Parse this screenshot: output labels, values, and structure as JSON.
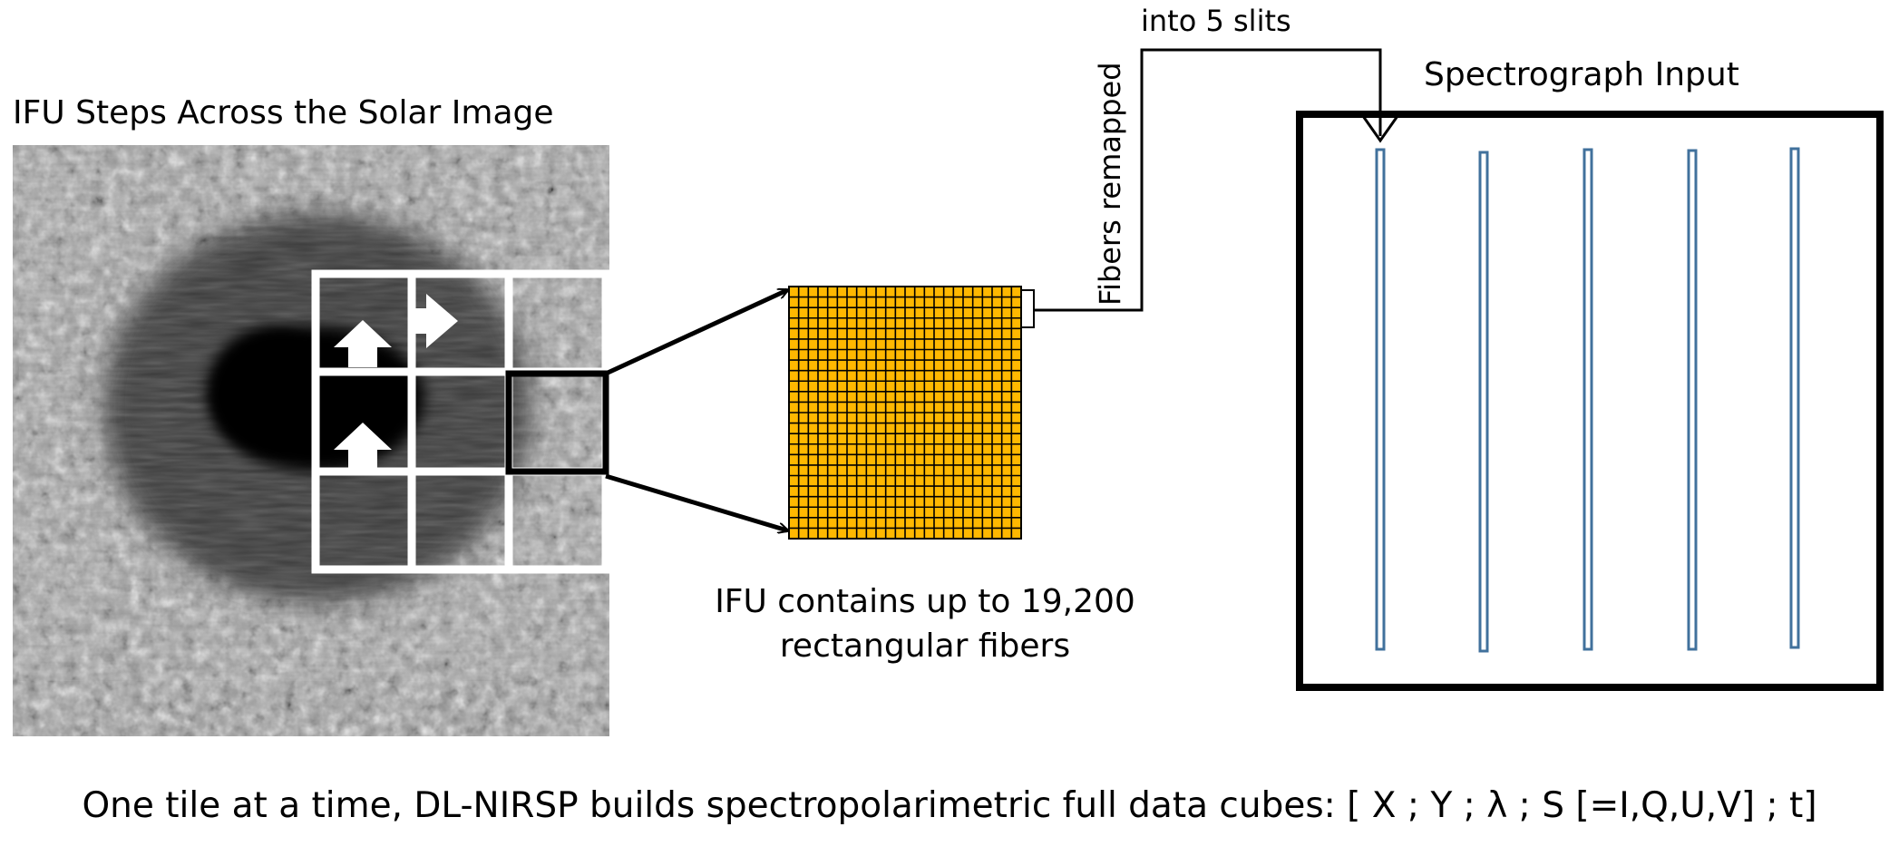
{
  "labels": {
    "solar_title": "IFU Steps Across the Solar Image",
    "ifu_caption": "IFU contains up to 19,200 rectangular fibers",
    "spectrograph_title": "Spectrograph Input",
    "slits_label": "into 5 slits",
    "remap_label": "Fibers remapped",
    "footer": "One tile at a time, DL-NIRSP builds spectropolarimetric full data cubes: [ X ; Y ; λ ; S [=I,Q,U,V] ; t]"
  },
  "colors": {
    "fiber_fill": "#FFB800",
    "slit_stroke": "#41719C",
    "granule_bg": "#9a9a9a",
    "penumbra": "#3a3a3a",
    "umbra": "#050505"
  },
  "tile_grid": {
    "rows": 3,
    "cols": 3
  },
  "fiber_grid": {
    "rows": 24,
    "cols": 24
  },
  "slit_count": 5,
  "step_arrows": [
    "up",
    "right",
    "up"
  ]
}
